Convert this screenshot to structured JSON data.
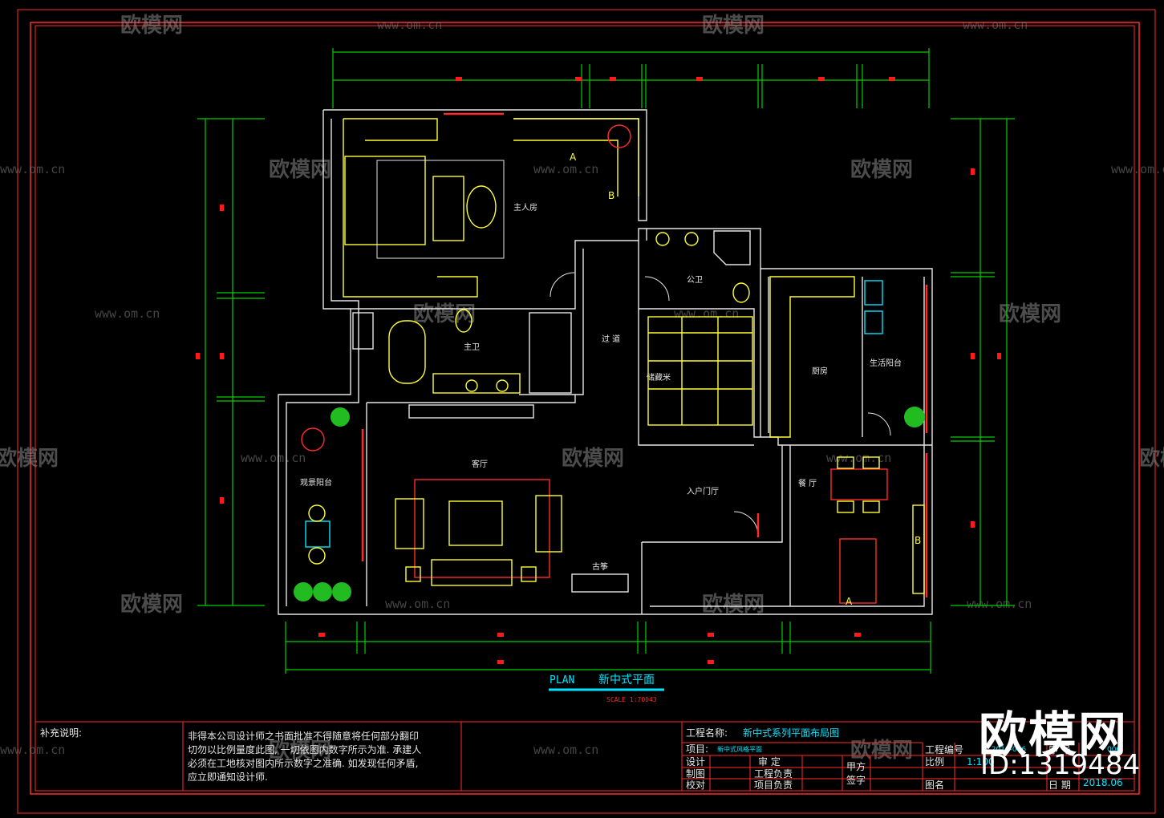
{
  "colors": {
    "background": "#000000",
    "frame": "#ff2a2a",
    "wall": "#e6e6e6",
    "furniture": "#ffff33",
    "dimension": "#00e000",
    "title_cyan": "#00e5ff",
    "marker": "#ff0000"
  },
  "plan": {
    "rooms": {
      "master_bedroom": "主人房",
      "public_bath": "公卫",
      "master_bath": "主卫",
      "corridor": "过 道",
      "storage": "储藏米",
      "kitchen": "厨房",
      "utility_balcony": "生活阳台",
      "living_room": "客厅",
      "view_balcony": "观景阳台",
      "entrance": "入户门厅",
      "dining": "餐 厅",
      "guzheng": "古筝"
    },
    "markers": {
      "a1": "A",
      "b1": "B",
      "b2": "B",
      "a2": "A"
    },
    "title_en": "PLAN",
    "title_cn": "新中式平面",
    "scale": "SCALE 1:70043"
  },
  "title_block": {
    "notes_label": "补充说明:",
    "notes_text": [
      "非得本公司设计师之书面批准不得随意将任何部分翻印",
      "切勿以比例量度此图, 一切依图内数字所示为准. 承建人",
      "必须在工地核对图内所示数字之准确. 如发现任何矛盾,",
      "应立即通知设计师."
    ],
    "project_name_label": "工程名称:",
    "project_name": "新中式系列平面布局图",
    "item_label": "项目:",
    "item_value": "新中式风格平面",
    "design": "设计",
    "draw": "制图",
    "check": "校对",
    "review": "审 定",
    "eng_lead": "工程负责",
    "proj_lead": "项目负责",
    "party_a": "甲方",
    "sign": "签字",
    "proj_no_label": "工程编号",
    "proj_no": "AJ-2018-006",
    "seq_label": "序 号",
    "seq": "006",
    "scale_label": "比例",
    "scale": "1:100",
    "date_label": "日 期",
    "date": "2018.06",
    "drawing_label": "图名"
  },
  "watermark": {
    "brand": "欧模网",
    "url": "www.om.cn",
    "id": "ID:1319484"
  }
}
